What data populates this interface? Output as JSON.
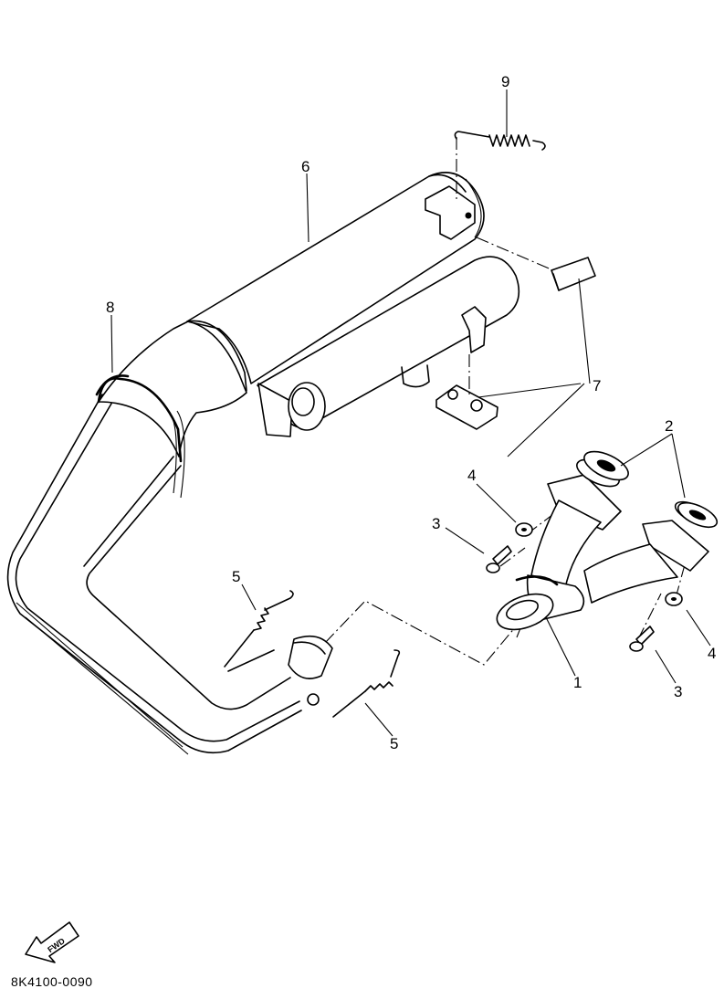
{
  "diagram": {
    "part_code": "8K4100-0090",
    "direction_badge": "FWD",
    "callouts": [
      {
        "id": "c1",
        "label": "1"
      },
      {
        "id": "c2",
        "label": "2"
      },
      {
        "id": "c3a",
        "label": "3"
      },
      {
        "id": "c3b",
        "label": "3"
      },
      {
        "id": "c4a",
        "label": "4"
      },
      {
        "id": "c4b",
        "label": "4"
      },
      {
        "id": "c5a",
        "label": "5"
      },
      {
        "id": "c5b",
        "label": "5"
      },
      {
        "id": "c6",
        "label": "6"
      },
      {
        "id": "c7",
        "label": "7"
      },
      {
        "id": "c8",
        "label": "8"
      },
      {
        "id": "c9",
        "label": "9"
      }
    ]
  }
}
